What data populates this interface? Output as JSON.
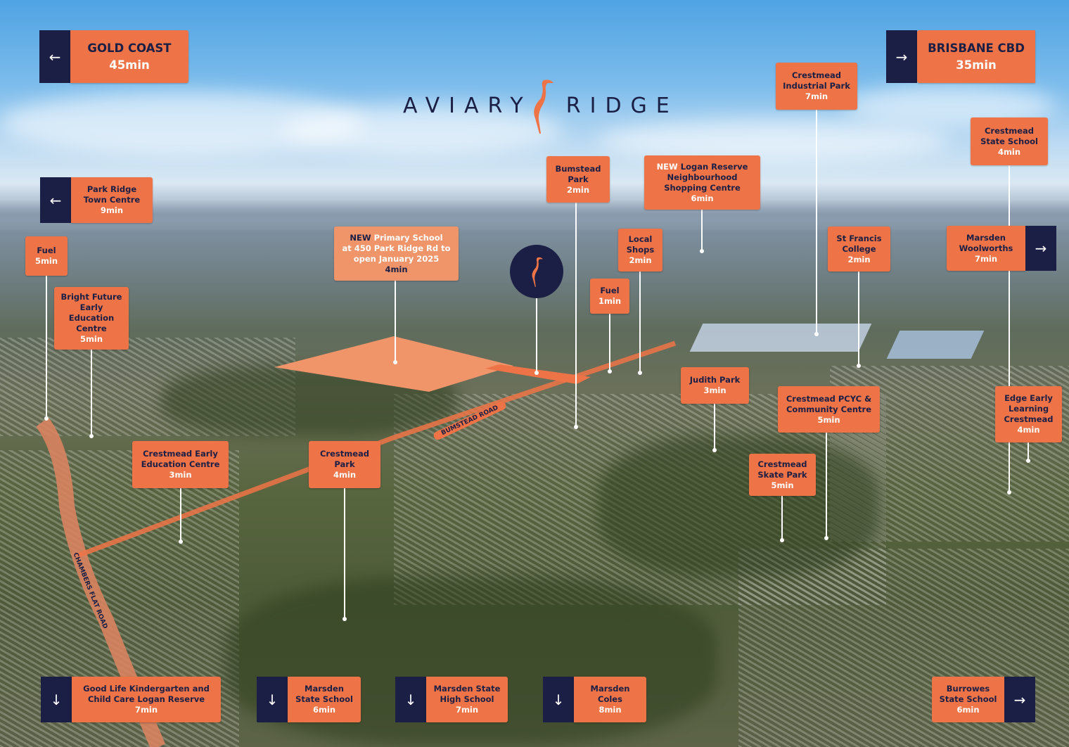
{
  "brand": {
    "left": "AVIARY",
    "right": "RIDGE"
  },
  "roads": {
    "bumstead": "BUMSTEAD ROAD",
    "chambers": "CHAMBERS FLAT ROAD"
  },
  "colors": {
    "orange": "#ee7447",
    "light_orange": "#f0946a",
    "navy": "#1b1f45"
  },
  "nav": {
    "gold_coast": {
      "name": "GOLD COAST",
      "time": "45min",
      "icon": "arrow-left-icon"
    },
    "brisbane": {
      "name": "BRISBANE CBD",
      "time": "35min",
      "icon": "arrow-right-icon"
    },
    "park_ridge": {
      "name": "Park Ridge\nTown Centre",
      "time": "9min",
      "icon": "arrow-left-icon"
    },
    "woolworths": {
      "name": "Marsden\nWoolworths",
      "time": "7min",
      "icon": "arrow-right-icon"
    },
    "good_life": {
      "name": "Good Life Kindergarten and\nChild Care Logan Reserve",
      "time": "7min",
      "icon": "arrow-down-icon"
    },
    "marsden_ss": {
      "name": "Marsden\nState School",
      "time": "6min",
      "icon": "arrow-down-icon"
    },
    "marsden_shs": {
      "name": "Marsden State\nHigh School",
      "time": "7min",
      "icon": "arrow-down-icon"
    },
    "coles": {
      "name": "Marsden\nColes",
      "time": "8min",
      "icon": "arrow-down-icon"
    },
    "burrowes": {
      "name": "Burrowes\nState School",
      "time": "6min",
      "icon": "arrow-right-icon"
    }
  },
  "pois": [
    {
      "name": "Fuel",
      "time": "5min"
    },
    {
      "name": "Bright Future\nEarly\nEducation\nCentre",
      "time": "5min"
    },
    {
      "new": "NEW",
      "name": " Primary School\nat 450 Park Ridge Rd to\nopen January 2025",
      "time": "4min"
    },
    {
      "name": "Bumstead\nPark",
      "time": "2min"
    },
    {
      "new": "NEW",
      "name": " Logan Reserve\nNeighbourhood\nShopping Centre",
      "time": "6min"
    },
    {
      "name": "Local\nShops",
      "time": "2min"
    },
    {
      "name": "Fuel",
      "time": "1min"
    },
    {
      "name": "Crestmead\nIndustrial Park",
      "time": "7min"
    },
    {
      "name": "Crestmead\nState School",
      "time": "4min"
    },
    {
      "name": "St Francis\nCollege",
      "time": "2min"
    },
    {
      "name": "Judith Park",
      "time": "3min"
    },
    {
      "name": "Crestmead PCYC &\nCommunity Centre",
      "time": "5min"
    },
    {
      "name": "Edge Early\nLearning\nCrestmead",
      "time": "4min"
    },
    {
      "name": "Crestmead\nSkate Park",
      "time": "5min"
    },
    {
      "name": "Crestmead Early\nEducation Centre",
      "time": "3min"
    },
    {
      "name": "Crestmead\nPark",
      "time": "4min"
    }
  ]
}
